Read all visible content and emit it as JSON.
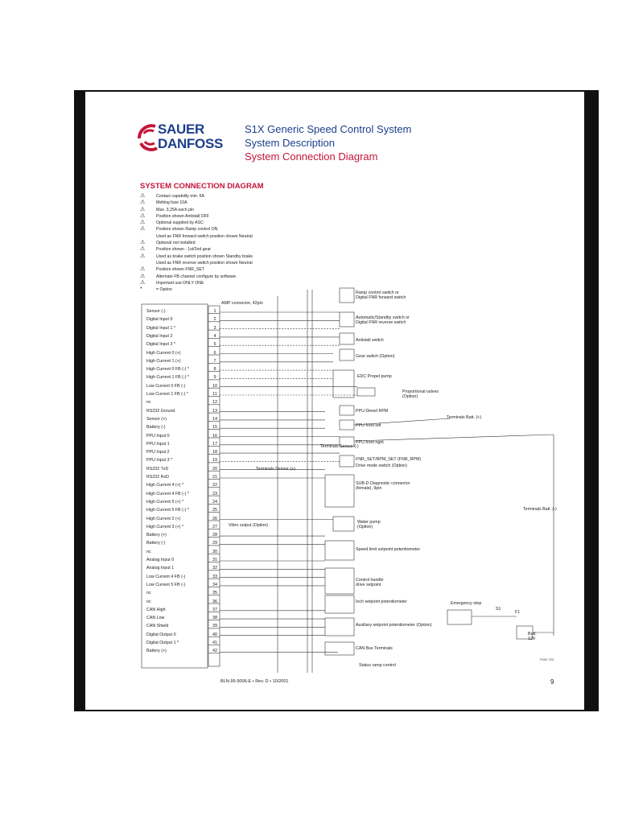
{
  "brand": {
    "line1": "SAUER",
    "line2": "DANFOSS"
  },
  "header": {
    "title": "S1X Generic Speed Control System",
    "subtitle1": "System Description",
    "subtitle2": "System Connection Diagram"
  },
  "section_title": "SYSTEM CONNECTION DIAGRAM",
  "notes": [
    {
      "mark": "⚠",
      "text": "Contact capability min. 6A"
    },
    {
      "mark": "⚠",
      "text": "Melting fuse 10A"
    },
    {
      "mark": "⚠",
      "text": "Max. 3,25A each pin"
    },
    {
      "mark": "⚠",
      "text": "Position shown Antistall OFF"
    },
    {
      "mark": "⚠",
      "text": "Optional supplied by ASC"
    },
    {
      "mark": "⚠",
      "text": "Position shown Ramp control ON"
    },
    {
      "mark": "",
      "text": "Used as FNR forward switch position shown Neutral"
    },
    {
      "mark": "⚠",
      "text": "Optional not installed"
    },
    {
      "mark": "⚠",
      "text": "Position shown : 1st/2nd gear"
    },
    {
      "mark": "⚠",
      "text": "Used as brake switch position shown Standby brake"
    },
    {
      "mark": "",
      "text": "Used as FNR reverse switch position shown Neutral"
    },
    {
      "mark": "⚠",
      "text": "Position shown FNR_SET"
    },
    {
      "mark": "⚠",
      "text": "Alternate FB channel configure by software"
    },
    {
      "mark": "⚠",
      "text": "Important use ONLY ONE"
    },
    {
      "mark": "*",
      "text": "= Option"
    }
  ],
  "connector_label": "AMP connector, 42pin",
  "pins": [
    {
      "n": "1",
      "label": "Sensor (-)"
    },
    {
      "n": "2",
      "label": "Digital Input 0"
    },
    {
      "n": "3",
      "label": "Digital Input 1 *"
    },
    {
      "n": "4",
      "label": "Digital Input 2"
    },
    {
      "n": "5",
      "label": "Digital Input 3 *"
    },
    {
      "n": "6",
      "label": "High Current 0 (+)"
    },
    {
      "n": "7",
      "label": "High Current 1 (+)"
    },
    {
      "n": "8",
      "label": "High Current 0 FB (-) *"
    },
    {
      "n": "9",
      "label": "High Current 1 FB (-) *"
    },
    {
      "n": "10",
      "label": "Low Current 0 FB (-)"
    },
    {
      "n": "11",
      "label": "Low Current 1 FB (-) *"
    },
    {
      "n": "12",
      "label": "nc"
    },
    {
      "n": "13",
      "label": "RS232 Ground"
    },
    {
      "n": "14",
      "label": "Sensor (+)"
    },
    {
      "n": "15",
      "label": "Battery (-)"
    },
    {
      "n": "16",
      "label": "PPU Input 0"
    },
    {
      "n": "17",
      "label": "PPU Input 1"
    },
    {
      "n": "18",
      "label": "PPU Input 2"
    },
    {
      "n": "19",
      "label": "PPU Input 3 *"
    },
    {
      "n": "20",
      "label": "RS232 TxD"
    },
    {
      "n": "21",
      "label": "RS232 RxD"
    },
    {
      "n": "22",
      "label": "High Current 4 (+) *"
    },
    {
      "n": "23",
      "label": "High Current 4 FB (-) *"
    },
    {
      "n": "24",
      "label": "High Current 5 (+) *"
    },
    {
      "n": "25",
      "label": "High Current 5 FB (-) *"
    },
    {
      "n": "26",
      "label": "High Current 2 (+)"
    },
    {
      "n": "27",
      "label": "High Current 3 (+) *"
    },
    {
      "n": "28",
      "label": "Battery (+)"
    },
    {
      "n": "29",
      "label": "Battery (-)"
    },
    {
      "n": "30",
      "label": "nc"
    },
    {
      "n": "31",
      "label": "Analog Input 0"
    },
    {
      "n": "32",
      "label": "Analog Input 1"
    },
    {
      "n": "33",
      "label": "Low Current 4 FB (-)"
    },
    {
      "n": "34",
      "label": "Low Current 5 FB (-)"
    },
    {
      "n": "35",
      "label": "nc"
    },
    {
      "n": "36",
      "label": "nc"
    },
    {
      "n": "37",
      "label": "CAN High"
    },
    {
      "n": "38",
      "label": "CAN Low"
    },
    {
      "n": "39",
      "label": "CAN Shield"
    },
    {
      "n": "40",
      "label": "Digital Output 0"
    },
    {
      "n": "41",
      "label": "Digital Output 1 *"
    },
    {
      "n": "42",
      "label": "Battery (+)"
    }
  ],
  "devices": [
    {
      "key": "ramp",
      "text": "Ramp control switch or"
    },
    {
      "key": "ramp2",
      "text": "Digital FNR forward switch"
    },
    {
      "key": "auto",
      "text": "Automatic/Standby switch or"
    },
    {
      "key": "auto2",
      "text": "Digital FNR reverse switch"
    },
    {
      "key": "anti",
      "text": "Antistall switch"
    },
    {
      "key": "gear",
      "text": "Gear switch (Option)"
    },
    {
      "key": "edc",
      "text": "EDC Propel pump"
    },
    {
      "key": "prop",
      "text": "Proportional valves"
    },
    {
      "key": "prop2",
      "text": "(Option)"
    },
    {
      "key": "ppu_diesel",
      "text": "PPU Diesel RPM"
    },
    {
      "key": "ppu_fl",
      "text": "PPU front left"
    },
    {
      "key": "ppu_fr",
      "text": "PPU front right"
    },
    {
      "key": "fnr",
      "text": "FNR_SET/RPM_SET (FNR_RPM)"
    },
    {
      "key": "drive",
      "text": "Drive mode switch (Option)"
    },
    {
      "key": "sub",
      "text": "SUB-D Diagnostic connector"
    },
    {
      "key": "sub2",
      "text": "(female), 9pin"
    },
    {
      "key": "vibro",
      "text": "Vibro output (Option)"
    },
    {
      "key": "water",
      "text": "Water pump"
    },
    {
      "key": "water2",
      "text": "(Option)"
    },
    {
      "key": "speed",
      "text": "Speed limit setpoint potentiometer"
    },
    {
      "key": "handle",
      "text": "Control handle"
    },
    {
      "key": "handle2",
      "text": "drive setpoint"
    },
    {
      "key": "inch",
      "text": "Inch setpoint potentiometer"
    },
    {
      "key": "aux",
      "text": "Auxiliary setpoint potentiometer (Option)"
    },
    {
      "key": "can",
      "text": "CAN Bus Terminals"
    },
    {
      "key": "status",
      "text": "Status ramp control"
    },
    {
      "key": "estop",
      "text": "Emergency stop"
    },
    {
      "key": "s1",
      "text": "S1"
    },
    {
      "key": "f1",
      "text": "F1"
    },
    {
      "key": "batt",
      "text": "Batt."
    },
    {
      "key": "batt2",
      "text": "12V"
    },
    {
      "key": "term_batt_pos",
      "text": "Terminals Batt. (+)"
    },
    {
      "key": "term_batt_neg",
      "text": "Terminals Batt. (-)"
    },
    {
      "key": "term_sensor_neg",
      "text": "Terminals Sensor (-)"
    },
    {
      "key": "term_sensor_pos",
      "text": "Terminals Sensor (+)"
    }
  ],
  "footer": "BLN-95-9006-E • Rev. D • 10/2001",
  "page_number": "9",
  "figure_id": "P000 753"
}
